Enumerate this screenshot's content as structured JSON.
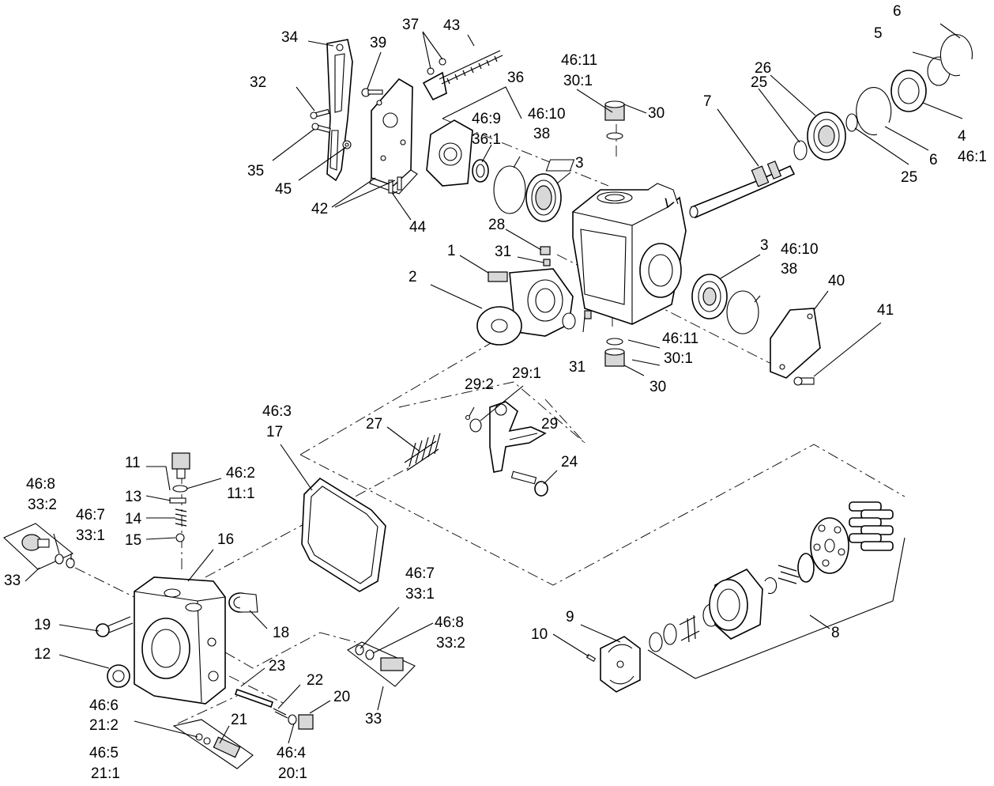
{
  "labels": {
    "l1": "1",
    "l2": "2",
    "l3a": "3",
    "l3b": "3",
    "l4": "4",
    "l5": "5",
    "l6a": "6",
    "l6b": "6",
    "l7": "7",
    "l8": "8",
    "l9": "9",
    "l10": "10",
    "l11": "11",
    "l12": "12",
    "l13": "13",
    "l14": "14",
    "l15": "15",
    "l16": "16",
    "l17": "17",
    "l18": "18",
    "l19": "19",
    "l20": "20",
    "l21": "21",
    "l22": "22",
    "l23": "23",
    "l24": "24",
    "l25a": "25",
    "l25b": "25",
    "l26": "26",
    "l27": "27",
    "l28": "28",
    "l29": "29",
    "l29_1": "29:1",
    "l29_2": "29:2",
    "l30a": "30",
    "l30b": "30",
    "l30_1a": "30:1",
    "l30_1b": "30:1",
    "l31a": "31",
    "l31b": "31",
    "l32": "32",
    "l33a": "33",
    "l33b": "33",
    "l33_1a": "33:1",
    "l33_1b": "33:1",
    "l33_2a": "33:2",
    "l33_2b": "33:2",
    "l34": "34",
    "l35": "35",
    "l36": "36",
    "l36_1": "36:1",
    "l37": "37",
    "l38a": "38",
    "l38b": "38",
    "l39": "39",
    "l40": "40",
    "l41": "41",
    "l42": "42",
    "l43": "43",
    "l44": "44",
    "l45": "45",
    "l46_1": "46:1",
    "l46_2": "46:2",
    "l46_3": "46:3",
    "l46_4": "46:4",
    "l46_5": "46:5",
    "l46_6": "46:6",
    "l46_7a": "46:7",
    "l46_7b": "46:7",
    "l46_8a": "46:8",
    "l46_8b": "46:8",
    "l46_9": "46:9",
    "l46_10a": "46:10",
    "l46_10b": "46:10",
    "l46_11a": "46:11",
    "l46_11b": "46:11",
    "l11_1": "11:1",
    "l20_1": "20:1",
    "l21_1": "21:1",
    "l21_2": "21:2"
  }
}
